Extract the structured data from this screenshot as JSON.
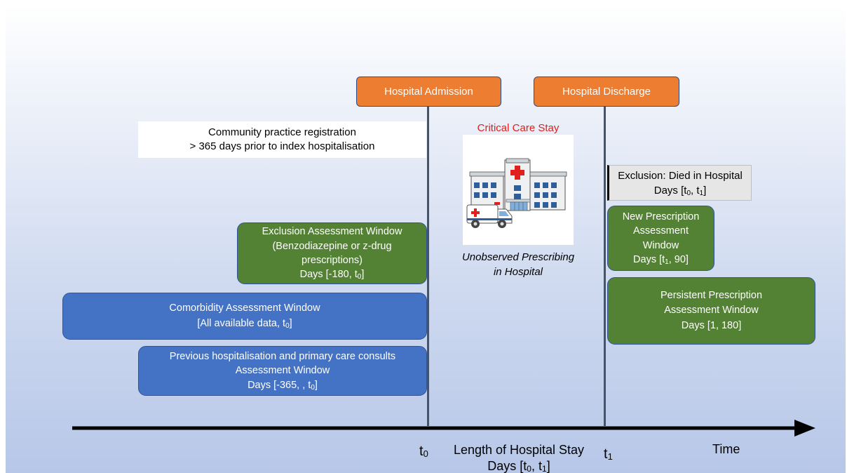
{
  "admission": "Hospital Admission",
  "discharge": "Hospital Discharge",
  "community": {
    "line1": "Community practice registration",
    "line2": "> 365 days prior to index hospitalisation"
  },
  "critical_care": "Critical Care Stay",
  "unobserved": {
    "line1": "Unobserved Prescribing",
    "line2": "in Hospital"
  },
  "exclusion_died": {
    "line1": "Exclusion: Died in Hospital",
    "line2_pre": "Days [t",
    "sub0": "0",
    "mid": ", t",
    "sub1": "1",
    "post": "]"
  },
  "exclusion_window": {
    "line1": "Exclusion Assessment Window",
    "line2": "(Benzodiazepine or z-drug",
    "line3": "prescriptions)",
    "line4_pre": "Days [-180, t",
    "sub": "0",
    "post": "]"
  },
  "comorbidity": {
    "line1": "Comorbidity Assessment Window",
    "line2_pre": "[All available data, t",
    "sub": "0",
    "post": "]"
  },
  "previous": {
    "line1": "Previous hospitalisation and primary care consults",
    "line2": "Assessment Window",
    "line3_pre": "Days [-365, , t",
    "sub": "0",
    "post": "]"
  },
  "new_rx": {
    "line1": "New Prescription",
    "line2": "Assessment",
    "line3": "Window",
    "line4_pre": "Days [t",
    "sub": "1",
    "post": ", 90]"
  },
  "persistent_rx": {
    "line1": "Persistent Prescription",
    "line2": "Assessment Window",
    "line3": "Days [1, 180]"
  },
  "axis": {
    "t0": "t",
    "t0_sub": "0",
    "t1": "t",
    "t1_sub": "1",
    "time": "Time",
    "stay_line1": "Length of Hospital Stay",
    "stay_pre": "Days [t",
    "stay_sub0": "0",
    "stay_mid": ", t",
    "stay_sub1": "1",
    "stay_post": "]"
  },
  "icon": "hospital-ambulance-icon"
}
